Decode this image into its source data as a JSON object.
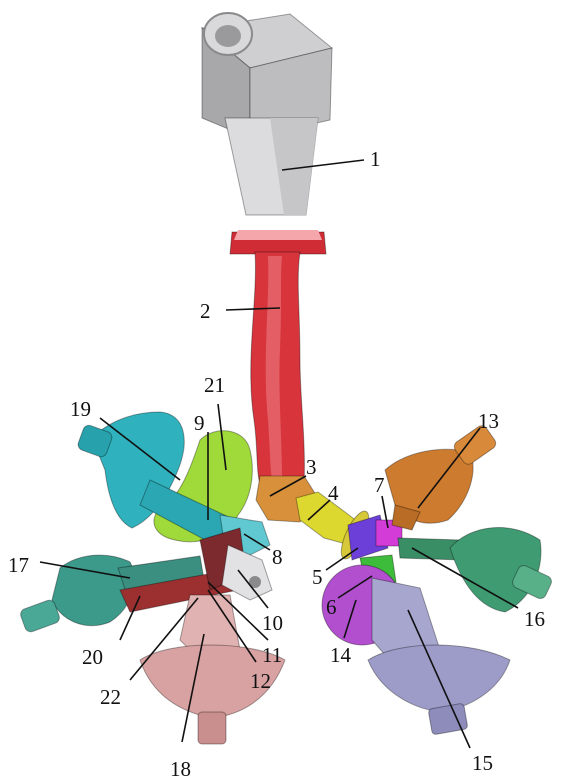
{
  "diagram": {
    "callouts": [
      {
        "id": "1",
        "text": "1"
      },
      {
        "id": "2",
        "text": "2"
      },
      {
        "id": "3",
        "text": "3"
      },
      {
        "id": "4",
        "text": "4"
      },
      {
        "id": "5",
        "text": "5"
      },
      {
        "id": "6",
        "text": "6"
      },
      {
        "id": "7",
        "text": "7"
      },
      {
        "id": "8",
        "text": "8"
      },
      {
        "id": "9",
        "text": "9"
      },
      {
        "id": "10",
        "text": "10"
      },
      {
        "id": "11",
        "text": "11"
      },
      {
        "id": "12",
        "text": "12"
      },
      {
        "id": "13",
        "text": "13"
      },
      {
        "id": "14",
        "text": "14"
      },
      {
        "id": "15",
        "text": "15"
      },
      {
        "id": "16",
        "text": "16"
      },
      {
        "id": "17",
        "text": "17"
      },
      {
        "id": "18",
        "text": "18"
      },
      {
        "id": "19",
        "text": "19"
      },
      {
        "id": "20",
        "text": "20"
      },
      {
        "id": "21",
        "text": "21"
      },
      {
        "id": "22",
        "text": "22"
      }
    ],
    "part_colors": {
      "housing": "#b9b9bb",
      "trunk_pipe": "#d8343c",
      "flange": "#d02c36",
      "bend": "#d8913a",
      "elbow": "#ddd830",
      "collar": "#6c3fd8",
      "green_sleeve": "#3dbb3a",
      "magenta_block": "#d43cd8",
      "orange_nozzle": "#cd7b2e",
      "purple_disc": "#b14fcf",
      "lavender_nozzle": "#9d9cc8",
      "green_nozzle": "#3f9c72",
      "teal_nozzle": "#3b9a8a",
      "pink_nozzle": "#d8a2a2",
      "cyan_nozzle": "#2fb2bd",
      "lime_plate": "#9fd93a",
      "maroon_arm": "#9c3030"
    }
  }
}
